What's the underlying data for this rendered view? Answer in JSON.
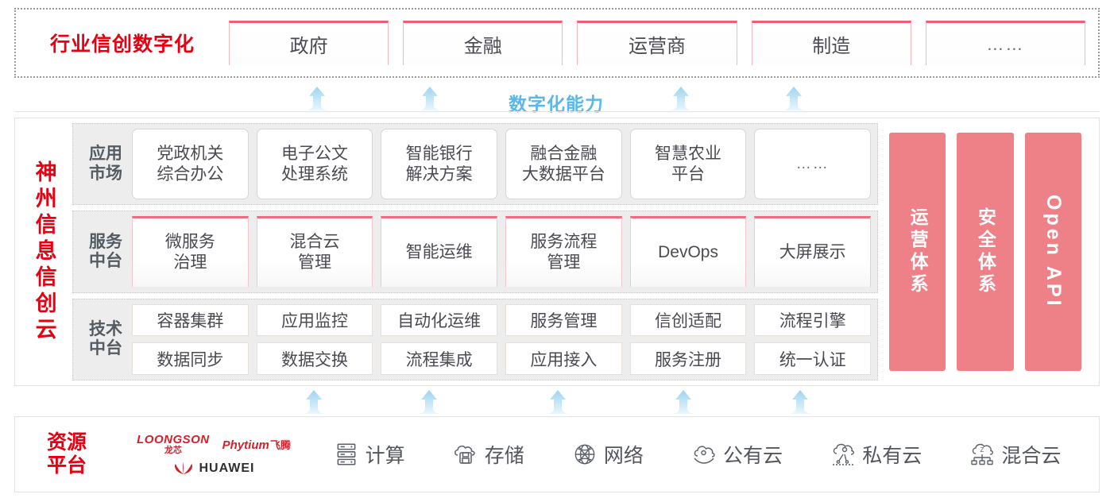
{
  "industry": {
    "title": "行业信创数字化",
    "boxes": [
      {
        "label": "政府",
        "name": "industry-box-government"
      },
      {
        "label": "金融",
        "name": "industry-box-finance"
      },
      {
        "label": "运营商",
        "name": "industry-box-carrier"
      },
      {
        "label": "制造",
        "name": "industry-box-manufacturing"
      },
      {
        "label": "……",
        "name": "industry-box-more"
      }
    ]
  },
  "capability": {
    "label": "数字化能力",
    "color": "#5bb7ea",
    "arrow_count": 4
  },
  "cloud": {
    "title": "神州信息信创云",
    "layers": [
      {
        "label": "应用\n市场",
        "label_line1": "应用",
        "label_line2": "市场",
        "cells": [
          {
            "line1": "党政机关",
            "line2": "综合办公"
          },
          {
            "line1": "电子公文",
            "line2": "处理系统"
          },
          {
            "line1": "智能银行",
            "line2": "解决方案"
          },
          {
            "line1": "融合金融",
            "line2": "大数据平台"
          },
          {
            "line1": "智慧农业",
            "line2": "平台"
          },
          {
            "line1": "……",
            "line2": ""
          }
        ]
      },
      {
        "label_line1": "服务",
        "label_line2": "中台",
        "cells": [
          {
            "line1": "微服务",
            "line2": "治理"
          },
          {
            "line1": "混合云",
            "line2": "管理"
          },
          {
            "line1": "智能运维",
            "line2": ""
          },
          {
            "line1": "服务流程",
            "line2": "管理"
          },
          {
            "line1": "DevOps",
            "line2": ""
          },
          {
            "line1": "大屏展示",
            "line2": ""
          }
        ]
      },
      {
        "label_line1": "技术",
        "label_line2": "中台",
        "rows": [
          [
            "容器集群",
            "应用监控",
            "自动化运维",
            "服务管理",
            "信创适配",
            "流程引擎"
          ],
          [
            "数据同步",
            "数据交换",
            "流程集成",
            "应用接入",
            "服务注册",
            "统一认证"
          ]
        ]
      }
    ],
    "pillars": [
      {
        "label": "运营体系",
        "latin": false
      },
      {
        "label": "安全体系",
        "latin": false
      },
      {
        "label": "Open API",
        "latin": true
      }
    ],
    "pillar_color": "#ee8188"
  },
  "bottom_arrows": {
    "count": 5
  },
  "resource": {
    "title_line1": "资源",
    "title_line2": "平台",
    "logos": [
      {
        "name": "loongson-logo",
        "en": "LOONGSON",
        "cn": "龙芯"
      },
      {
        "name": "phytium-logo",
        "en": "Phytium",
        "cn": "飞腾"
      },
      {
        "name": "huawei-logo",
        "text": "HUAWEI"
      }
    ],
    "items": [
      {
        "label": "计算",
        "icon": "server-rack-icon"
      },
      {
        "label": "存储",
        "icon": "cloud-storage-icon"
      },
      {
        "label": "网络",
        "icon": "network-globe-icon"
      },
      {
        "label": "公有云",
        "icon": "public-cloud-icon"
      },
      {
        "label": "私有云",
        "icon": "private-cloud-icon"
      },
      {
        "label": "混合云",
        "icon": "hybrid-cloud-icon"
      }
    ]
  },
  "colors": {
    "brand_red": "#e60012",
    "pink": "#ee8188",
    "arrow_blue": "#b9e0f5",
    "band_gray": "#ededed"
  }
}
